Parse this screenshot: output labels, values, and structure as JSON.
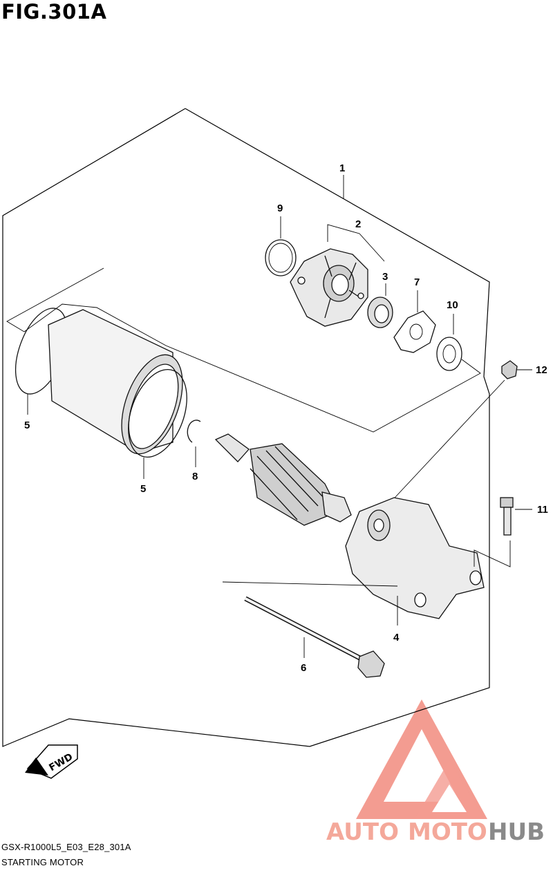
{
  "figure": {
    "title": "FIG.301A"
  },
  "callouts": [
    {
      "id": "1",
      "text": "1"
    },
    {
      "id": "2",
      "text": "2"
    },
    {
      "id": "3",
      "text": "3"
    },
    {
      "id": "4",
      "text": "4"
    },
    {
      "id": "5a",
      "text": "5"
    },
    {
      "id": "5b",
      "text": "5"
    },
    {
      "id": "6",
      "text": "6"
    },
    {
      "id": "7",
      "text": "7"
    },
    {
      "id": "8",
      "text": "8"
    },
    {
      "id": "9",
      "text": "9"
    },
    {
      "id": "10",
      "text": "10"
    },
    {
      "id": "11",
      "text": "11"
    },
    {
      "id": "12",
      "text": "12"
    }
  ],
  "fwd_arrow": {
    "label": "FWD"
  },
  "watermark": {
    "word1": "AUTO",
    "word2": "MOTO",
    "word3": "HUB",
    "color_main": "#f4a89a",
    "color_hub": "#8a8a8a",
    "logo_color": "#f28b7e"
  },
  "footer": {
    "model_code": "GSX-R1000L5_E03_E28_301A",
    "name": "STARTING MOTOR"
  }
}
